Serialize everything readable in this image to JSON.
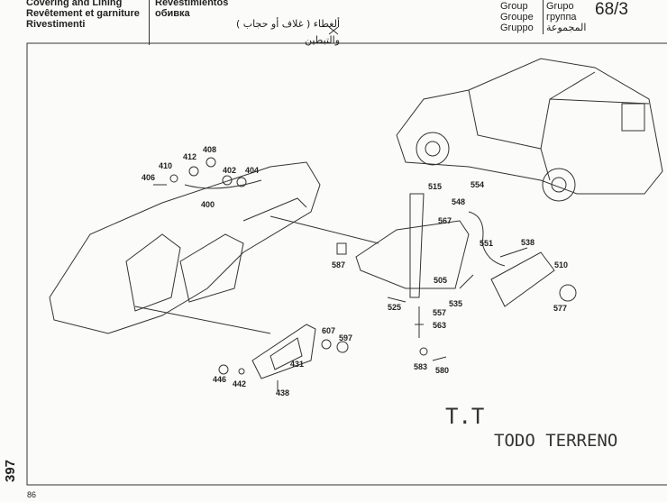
{
  "header": {
    "title_en": "Covering and Lining",
    "title_fr": "Revêtement et garniture",
    "title_it": "Rivestimenti",
    "title_es": "Revestimientos",
    "title_ru": "обивка",
    "title_ar_1": "ألغطاء ( غلاف أو حجاب )",
    "title_ar_2": "والتبطين",
    "group_en": "Group",
    "group_fr": "Groupe",
    "group_it": "Gruppo",
    "group_es": "Grupo",
    "group_ru": "группа",
    "group_ar": "المجموعة",
    "group_number": "68/3"
  },
  "parts": [
    "406",
    "410",
    "412",
    "408",
    "402",
    "404",
    "400",
    "515",
    "567",
    "548",
    "554",
    "551",
    "538",
    "510",
    "587",
    "505",
    "525",
    "557",
    "563",
    "535",
    "577",
    "607",
    "597",
    "431",
    "446",
    "442",
    "438",
    "583",
    "580"
  ],
  "stamp": {
    "line1": "T.T",
    "line2": "TODO TERRENO"
  },
  "footer": {
    "page_side": "397",
    "page_bottom": "86"
  }
}
